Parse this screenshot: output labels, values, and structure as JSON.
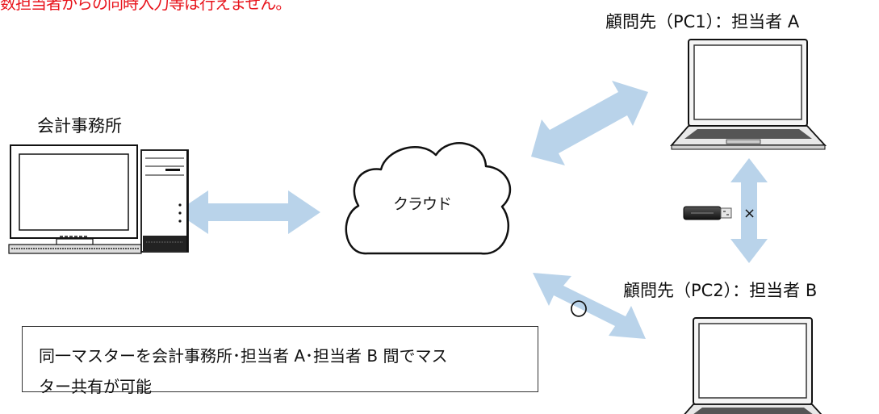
{
  "notice": "数担当者からの同時入力等は行えません。",
  "nodes": {
    "office": {
      "label": "会計事務所"
    },
    "cloud": {
      "label": "クラウド"
    },
    "pc1": {
      "label": "顧問先（PC1）：担当者 A"
    },
    "pc2": {
      "label": "顧問先（PC2）：担当者 B"
    }
  },
  "marks": {
    "usb_not_allowed": "×",
    "cloud_allowed": "〇"
  },
  "info_box": {
    "line1": "同一マスターを会計事務所･担当者 A･担当者 B 間でマス",
    "line2": "ター共有が可能"
  },
  "colors": {
    "arrow": "#b9d3ea",
    "notice": "#e8141c",
    "outline": "#111111"
  }
}
